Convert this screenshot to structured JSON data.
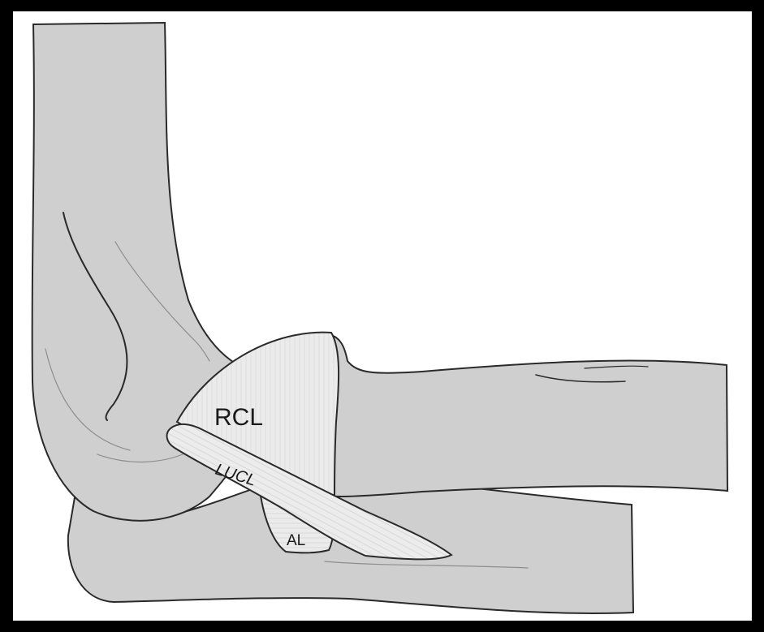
{
  "labels": {
    "rcl": "RCL",
    "lucl": "LUCL",
    "al": "AL"
  },
  "colors": {
    "frame": "#000000",
    "background": "#ffffff",
    "bone": "#cfcfcf",
    "ligament": "#ebebeb",
    "outline": "#2a2a2a"
  }
}
